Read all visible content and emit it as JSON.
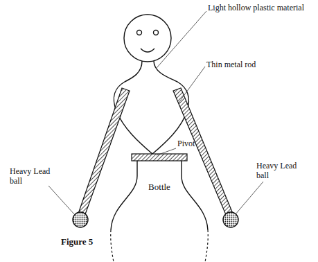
{
  "diagram": {
    "caption": "Figure 5",
    "nodes": [
      {
        "text": [
          "Bottle"
        ]
      }
    ],
    "labels": [
      "Light hollow plastic material",
      "Thin metal rod",
      "Heavy Lead ball",
      "Pivot",
      "Heavy Lead ball"
    ]
  }
}
